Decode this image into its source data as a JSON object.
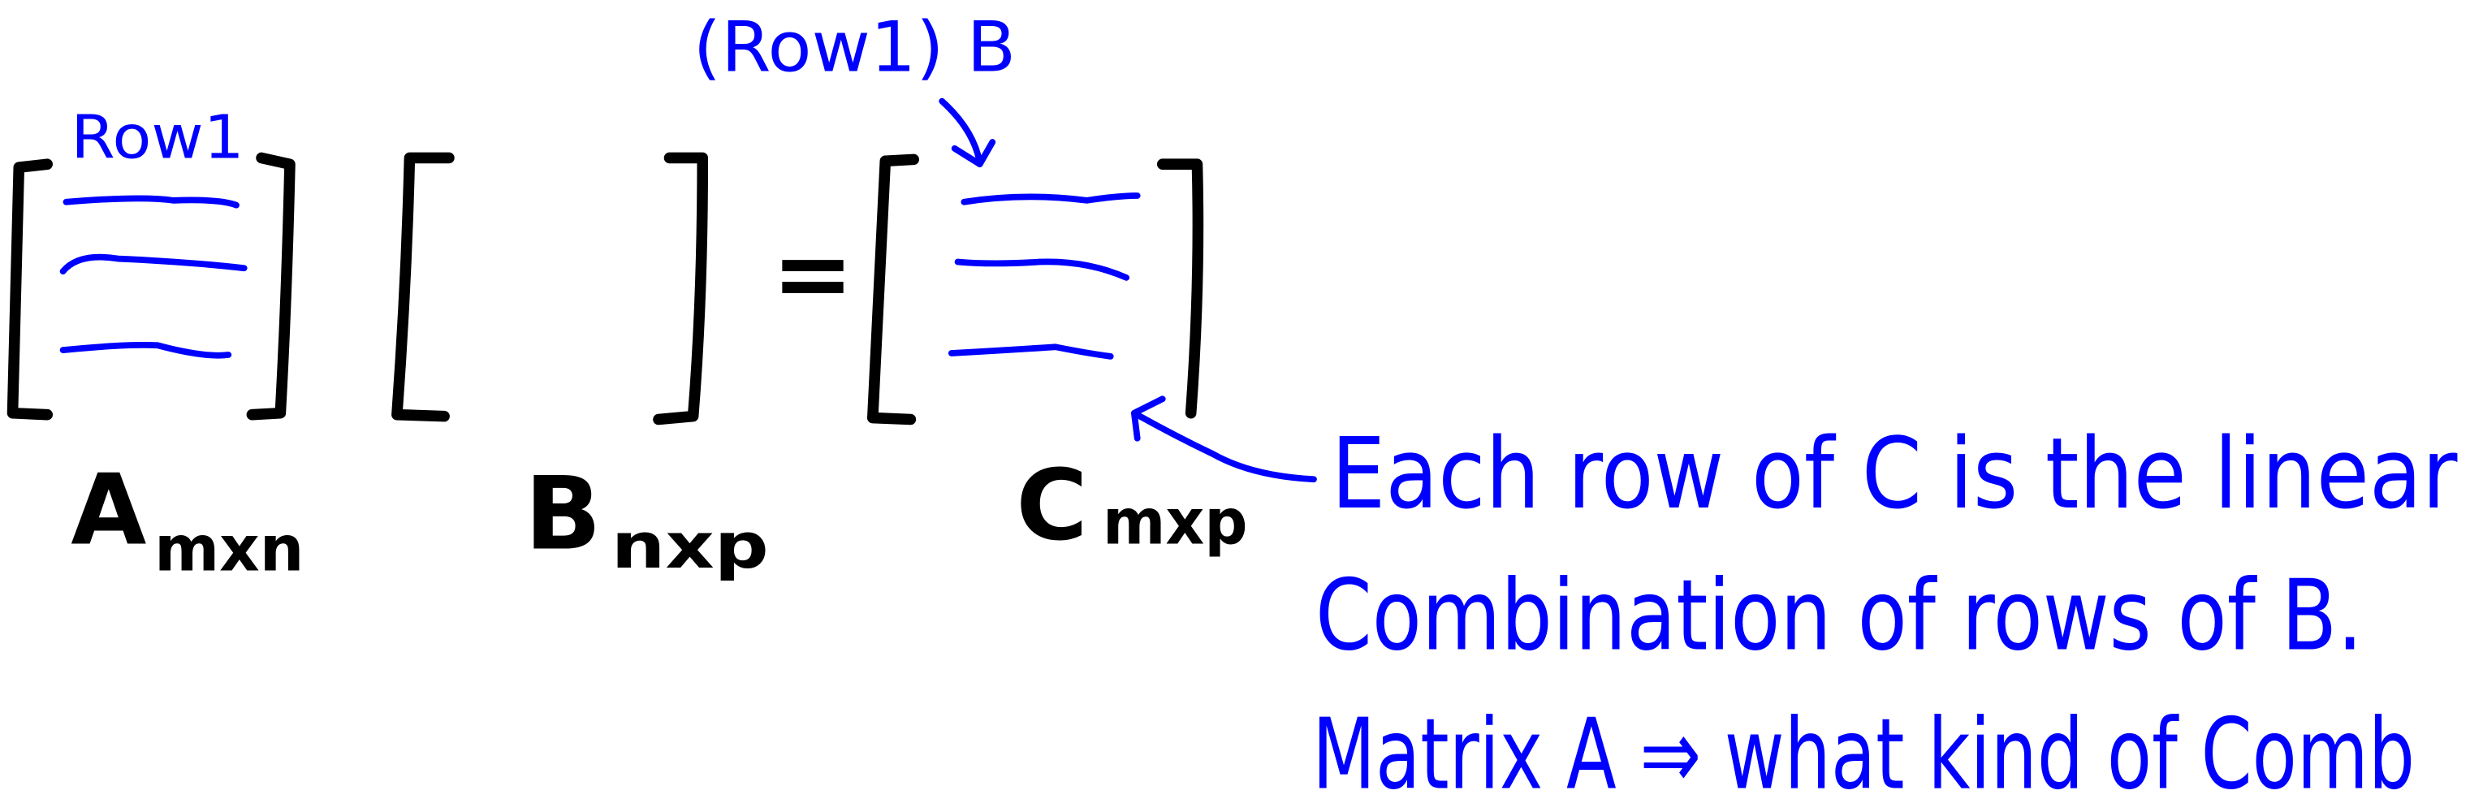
{
  "colors": {
    "ink": "#000000",
    "annotation": "#0000ff",
    "background": "#ffffff"
  },
  "matrix_a": {
    "name": "A",
    "dims": "mxn",
    "row_label": "Row1"
  },
  "matrix_b": {
    "name": "B",
    "dims": "nxp"
  },
  "equals": "=",
  "matrix_c": {
    "name": "C",
    "dims": "mxp",
    "row_annotation": "(Row1) B"
  },
  "note": {
    "lines": [
      "Each row of C is the linear",
      "Combination of rows of B.",
      "Matrix A ⇒ what kind of Comb"
    ]
  }
}
